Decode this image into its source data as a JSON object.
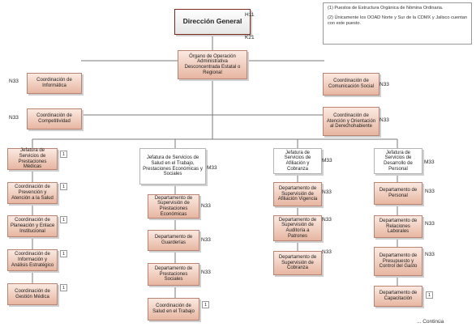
{
  "notes": {
    "note1": "(1) Puestos de Estructura Orgánica de Nómina Ordinaria.",
    "note2": "(2) Únicamente los OOAD Norte y Sur de la CDMX y Jalisco cuentan con este puesto."
  },
  "top": {
    "title": "Dirección General",
    "code_a": "H11",
    "code_b": "K21"
  },
  "organo": {
    "label": "Órgano de Operación Administrativa Desconcentrada Estatal o Regional"
  },
  "staff": {
    "informatica": {
      "label": "Coordinación de Informática",
      "code": "N33"
    },
    "comunicacion": {
      "label": "Coordinación de Comunicación Social",
      "code": "N33"
    },
    "competitividad": {
      "label": "Coordinación de Competitividad",
      "code": "N33"
    },
    "atencion": {
      "label": "Coordinación de Atención y Orientación al Derechohabiente",
      "code": "N33"
    }
  },
  "columns": [
    {
      "head": "Jefatura de Servicios de Prestaciones Médicas",
      "head_note": "1",
      "items": [
        {
          "label": "Coordinación de Prevención y Atención a la Salud",
          "note": "1"
        },
        {
          "label": "Coordinación de Planeación y Enlace Institucional",
          "note": "1"
        },
        {
          "label": "Coordinación de Información y Análisis Estratégico",
          "note": "1"
        },
        {
          "label": "Coordinación de Gestión Médica",
          "note": "1"
        }
      ]
    },
    {
      "head": "Jefatura de Servicios de Salud en el Trabajo, Prestaciones Económicas y Sociales",
      "head_code": "M33",
      "items": [
        {
          "label": "Departamento de Supervisión de Prestaciones Económicas",
          "code": "N33"
        },
        {
          "label": "Departamento de Guarderías",
          "code": "N33"
        },
        {
          "label": "Departamento de Prestaciones Sociales",
          "code": "N33"
        },
        {
          "label": "Coordinación de Salud en el Trabajo",
          "note": "1"
        }
      ]
    },
    {
      "head": "Jefatura de Servicios de Afiliación y Cobranza",
      "head_code": "M33",
      "items": [
        {
          "label": "Departamento de Supervisión de Afiliación Vigencia",
          "code": "N33"
        },
        {
          "label": "Departamento de Supervisión de Auditoría a Patrones",
          "code": "N33"
        },
        {
          "label": "Departamento de Supervisión de Cobranza",
          "code": "N33"
        }
      ]
    },
    {
      "head": "Jefatura de Servicios de Desarrollo de Personal",
      "head_code": "M33",
      "items": [
        {
          "label": "Departamento de Personal",
          "code": "N33"
        },
        {
          "label": "Departamento de Relaciones Laborales",
          "code": "N33"
        },
        {
          "label": "Departamento de Presupuesto y Control del Gasto",
          "code": "N33"
        },
        {
          "label": "Departamento de Capacitación",
          "note": "1"
        }
      ]
    }
  ],
  "footer": {
    "continues": "... Continúa"
  }
}
